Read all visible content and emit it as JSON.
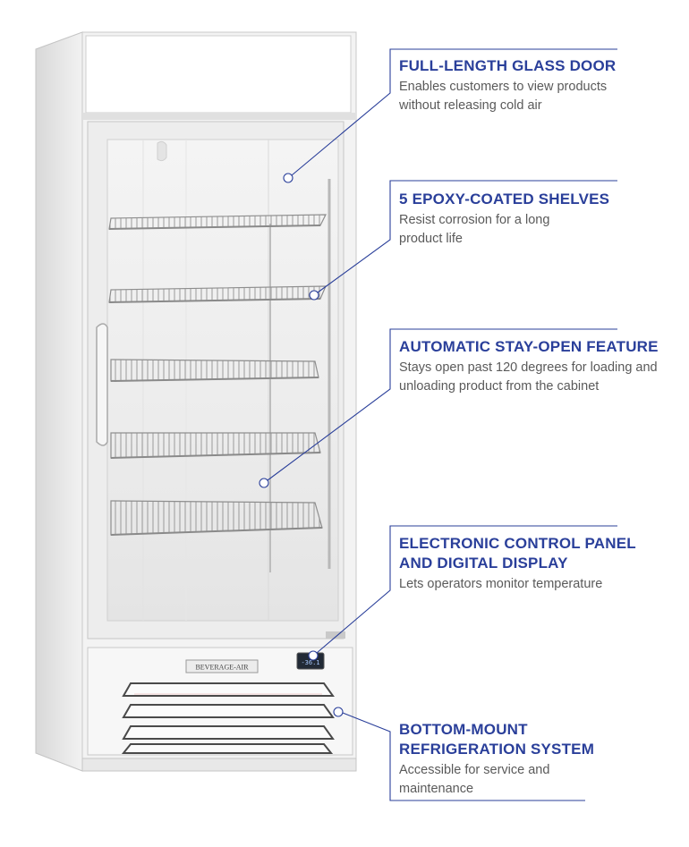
{
  "brand": {
    "logo_text": "BEVERAGE-AIR"
  },
  "control_display": {
    "readout": "-36.1"
  },
  "colors": {
    "accent": "#2a3f9a",
    "body_text": "#5a5a5a",
    "leader_line": "#2a3f9a"
  },
  "features": [
    {
      "title": "FULL-LENGTH GLASS DOOR",
      "description": "Enables customers to view products without releasing cold air"
    },
    {
      "title": "5 EPOXY-COATED SHELVES",
      "description": "Resist corrosion for a long product life"
    },
    {
      "title": "AUTOMATIC STAY-OPEN FEATURE",
      "description": "Stays open past 120 degrees for loading and unloading product from the cabinet"
    },
    {
      "title": "ELECTRONIC CONTROL PANEL AND DIGITAL DISPLAY",
      "description": "Lets operators monitor temperature"
    },
    {
      "title": "BOTTOM-MOUNT REFRIGERATION SYSTEM",
      "description": "Accessible for service and maintenance"
    }
  ]
}
